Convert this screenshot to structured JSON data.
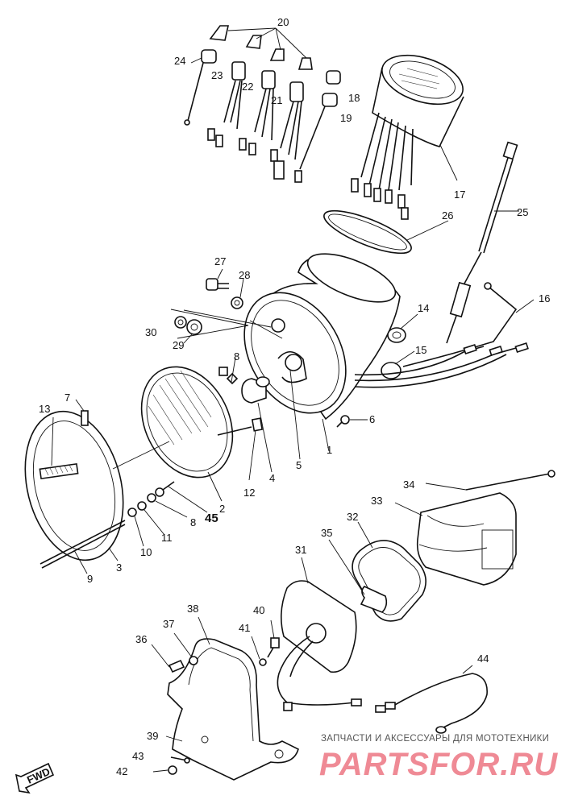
{
  "callouts": {
    "p1": "1",
    "p2": "2",
    "p3": "3",
    "p4": "4",
    "p5": "5",
    "p6": "6",
    "p7": "7",
    "p8a": "8",
    "p8b": "8",
    "p9": "9",
    "p10": "10",
    "p11": "11",
    "p12": "12",
    "p13": "13",
    "p14": "14",
    "p15": "15",
    "p16": "16",
    "p17": "17",
    "p18": "18",
    "p19": "19",
    "p20": "20",
    "p21": "21",
    "p22": "22",
    "p23": "23",
    "p24": "24",
    "p25": "25",
    "p26": "26",
    "p27": "27",
    "p28": "28",
    "p29": "29",
    "p30": "30",
    "p31": "31",
    "p32": "32",
    "p33": "33",
    "p34": "34",
    "p35": "35",
    "p36": "36",
    "p37": "37",
    "p38": "38",
    "p39": "39",
    "p40": "40",
    "p41": "41",
    "p42": "42",
    "p43": "43",
    "p44": "44",
    "p45": "45"
  },
  "front_marker": "FWD",
  "watermark": {
    "tagline": "ЗАПЧАСТИ И АКСЕССУАРЫ ДЛЯ МОТОТЕХНИКИ",
    "brand": "PARTSFOR.RU"
  }
}
